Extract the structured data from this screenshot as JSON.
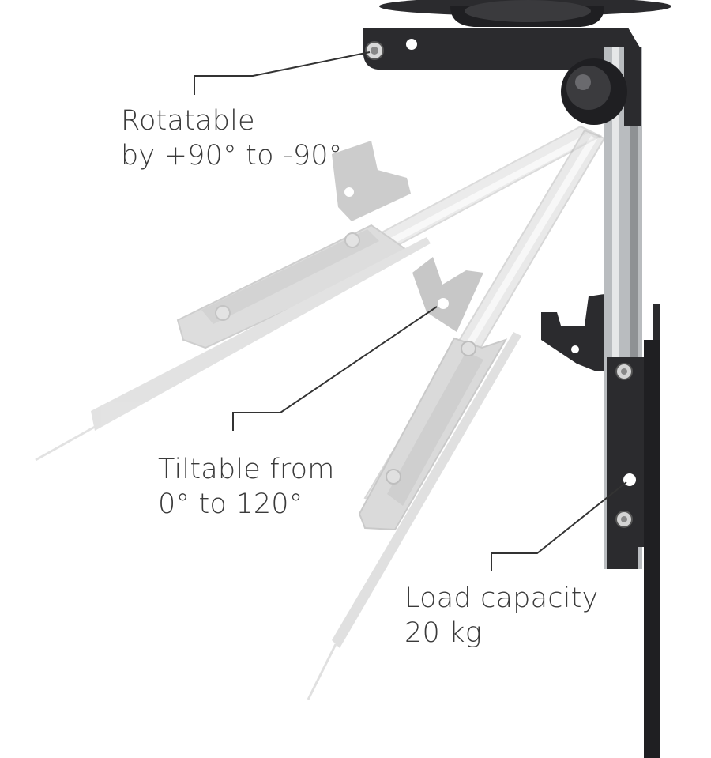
{
  "callouts": {
    "rotatable": {
      "line1": "Rotatable",
      "line2": "by +90° to -90°"
    },
    "tiltable": {
      "line1": "Tiltable from",
      "line2": "0° to 120°"
    },
    "load": {
      "line1": "Load capacity",
      "line2": "20 kg"
    }
  },
  "colors": {
    "bracket_dark": "#2b2b2e",
    "arm_silver": "#b9bcbf",
    "ghost": "#c9c9c9",
    "leader_line": "#333333",
    "text": "#3a3a3a"
  }
}
